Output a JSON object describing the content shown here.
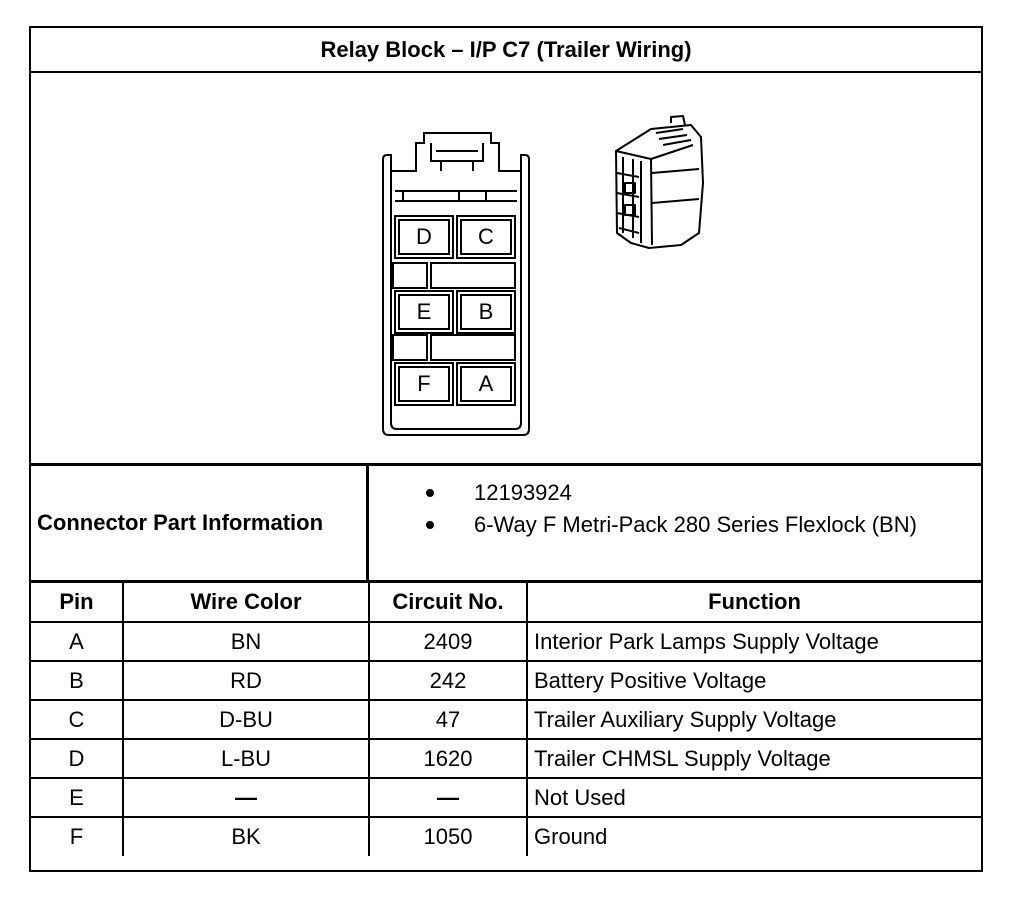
{
  "title": "Relay Block – I/P C7 (Trailer Wiring)",
  "connector": {
    "cavity_labels": [
      "D",
      "C",
      "E",
      "B",
      "F",
      "A"
    ]
  },
  "info": {
    "label": "Connector Part Information",
    "items": [
      "12193924",
      "6-Way F Metri-Pack 280 Series Flexlock (BN)"
    ]
  },
  "table": {
    "headers": [
      "Pin",
      "Wire Color",
      "Circuit No.",
      "Function"
    ],
    "rows": [
      [
        "A",
        "BN",
        "2409",
        "Interior Park Lamps Supply Voltage"
      ],
      [
        "B",
        "RD",
        "242",
        "Battery Positive Voltage"
      ],
      [
        "C",
        "D-BU",
        "47",
        "Trailer Auxiliary Supply Voltage"
      ],
      [
        "D",
        "L-BU",
        "1620",
        "Trailer CHMSL Supply Voltage"
      ],
      [
        "E",
        "—",
        "—",
        "Not Used"
      ],
      [
        "F",
        "BK",
        "1050",
        "Ground"
      ]
    ]
  }
}
